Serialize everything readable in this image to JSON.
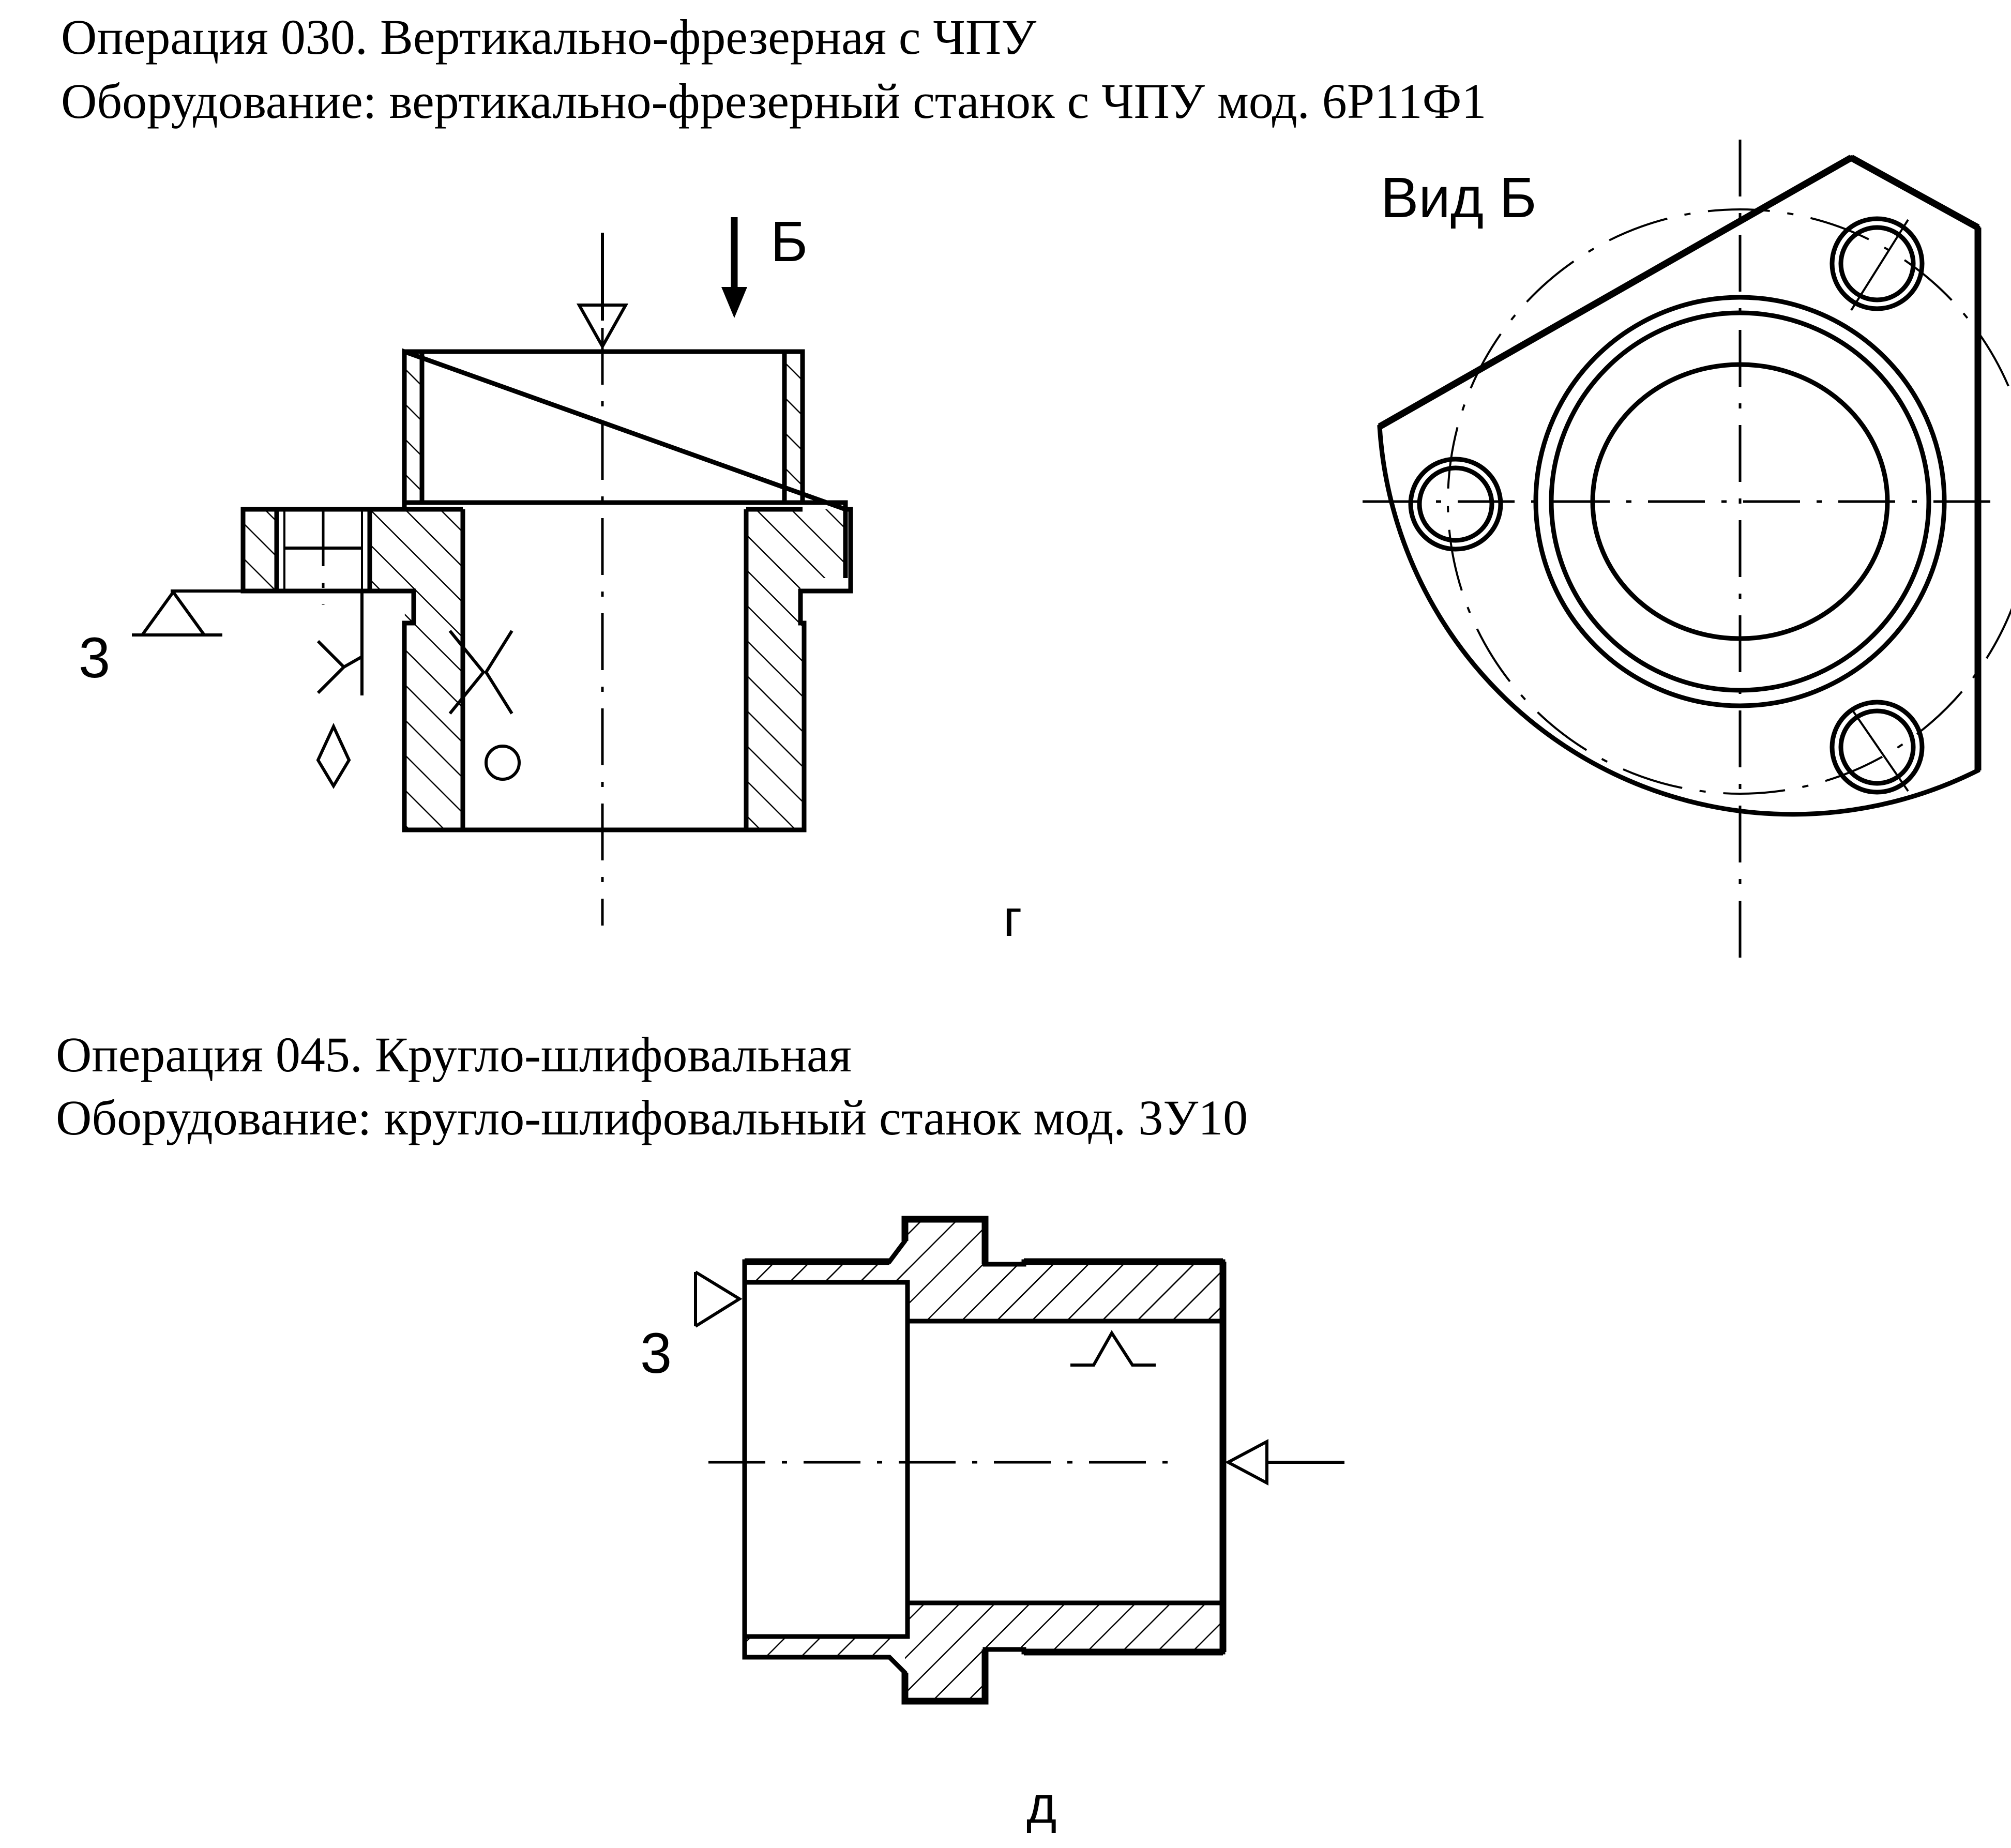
{
  "operation_030": {
    "title": "Операция  030. Вертикально-фрезерная с ЧПУ",
    "equipment": "Оборудование: вертикально-фрезерный станок  с ЧПУ мод. 6Р11Ф1"
  },
  "sketch_g": {
    "view_arrow_label": "Б",
    "base_label": "3",
    "figure_label": "г"
  },
  "view_b": {
    "title": "Вид Б"
  },
  "operation_045": {
    "title": "Операция  045. Кругло-шлифовальная",
    "equipment": "Оборудование: кругло-шлифовальный станок   мод. 3У10"
  },
  "sketch_d": {
    "base_label": "3",
    "figure_label": "д"
  }
}
